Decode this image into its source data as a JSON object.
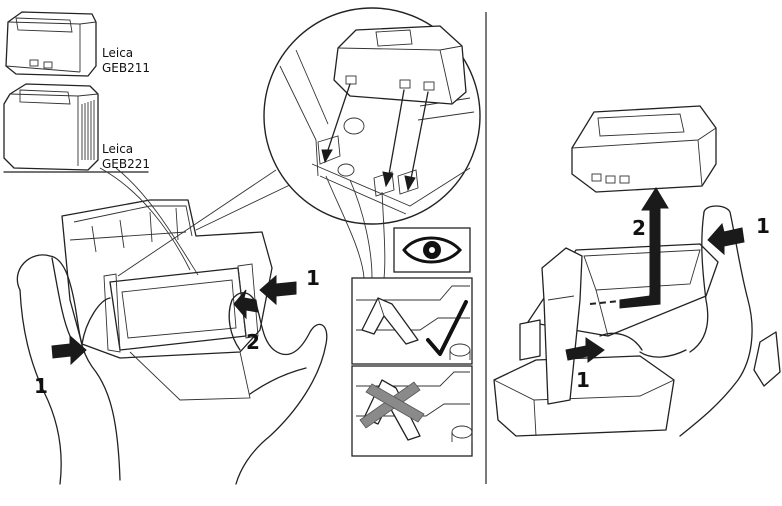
{
  "batteries": [
    {
      "brand": "Leica",
      "model": "GEB211"
    },
    {
      "brand": "Leica",
      "model": "GEB221"
    }
  ],
  "insert_steps": {
    "step1_left": "1",
    "step1_right": "1",
    "step2": "2"
  },
  "remove_steps": {
    "step1_right": "1",
    "step1_bottom": "1",
    "step2": "2"
  },
  "icons": [
    "eye-icon",
    "check-mark-icon"
  ],
  "colors": {
    "line": "#222222",
    "arrow": "#1a1a1a",
    "cross": "#8a8a8a"
  }
}
